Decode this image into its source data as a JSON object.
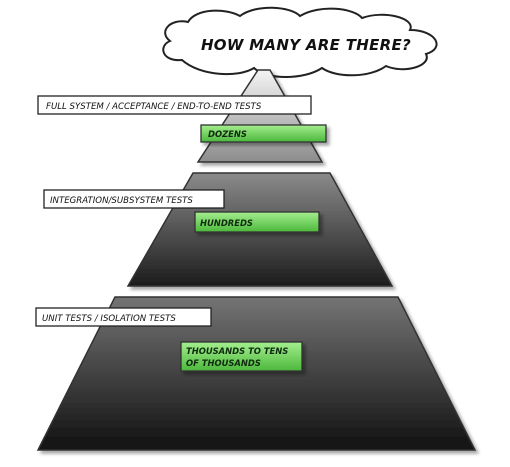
{
  "question": "HOW MANY ARE THERE?",
  "tiers": [
    {
      "label": "FULL SYSTEM / ACCEPTANCE / END-TO-END TESTS",
      "count_lines": [
        "DOZENS"
      ]
    },
    {
      "label": "INTEGRATION/SUBSYSTEM TESTS",
      "count_lines": [
        "HUNDREDS"
      ]
    },
    {
      "label": "UNIT TESTS / ISOLATION TESTS",
      "count_lines": [
        "THOUSANDS TO TENS",
        "OF THOUSANDS"
      ]
    }
  ],
  "colors": {
    "tier_dark": "#1a1a1a",
    "tier_light": "#c8c8c8",
    "count_box_green": "#7bd86a",
    "count_box_border": "#333333",
    "label_box_fill": "#ffffff"
  }
}
